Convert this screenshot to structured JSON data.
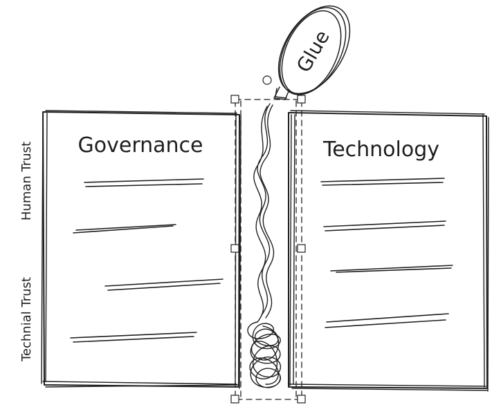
{
  "diagram": {
    "left_panel": {
      "title": "Governance"
    },
    "right_panel": {
      "title": "Technology"
    },
    "glue_bubble": {
      "label": "Glue"
    },
    "side_labels": {
      "top": "Human Trust",
      "bottom": "Technial Trust"
    },
    "selection_icon": "resize-handle-icon"
  }
}
